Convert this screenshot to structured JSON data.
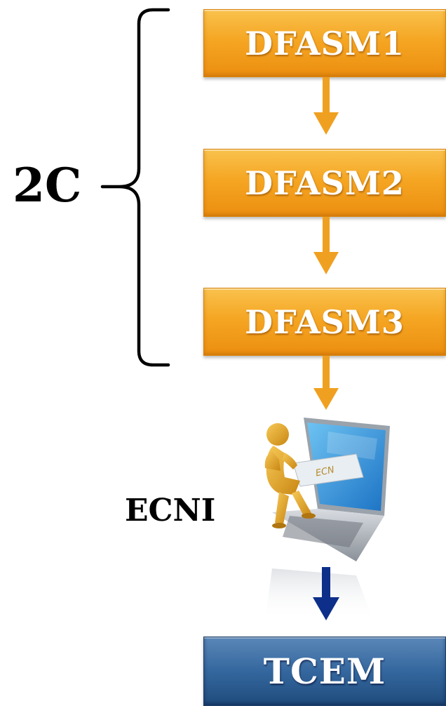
{
  "diagram": {
    "steps": [
      {
        "label": "DFASM1"
      },
      {
        "label": "DFASM2"
      },
      {
        "label": "DFASM3"
      }
    ],
    "group_label": "2C",
    "exam_label": "ECNI",
    "exam_icon": "person-at-laptop-icon",
    "final_label": "TCEM",
    "colors": {
      "step_fill": "#f5a623",
      "step_arrow": "#f0a020",
      "final_fill": "#34679e",
      "final_arrow": "#0d2f8a",
      "text": "#000000"
    }
  }
}
